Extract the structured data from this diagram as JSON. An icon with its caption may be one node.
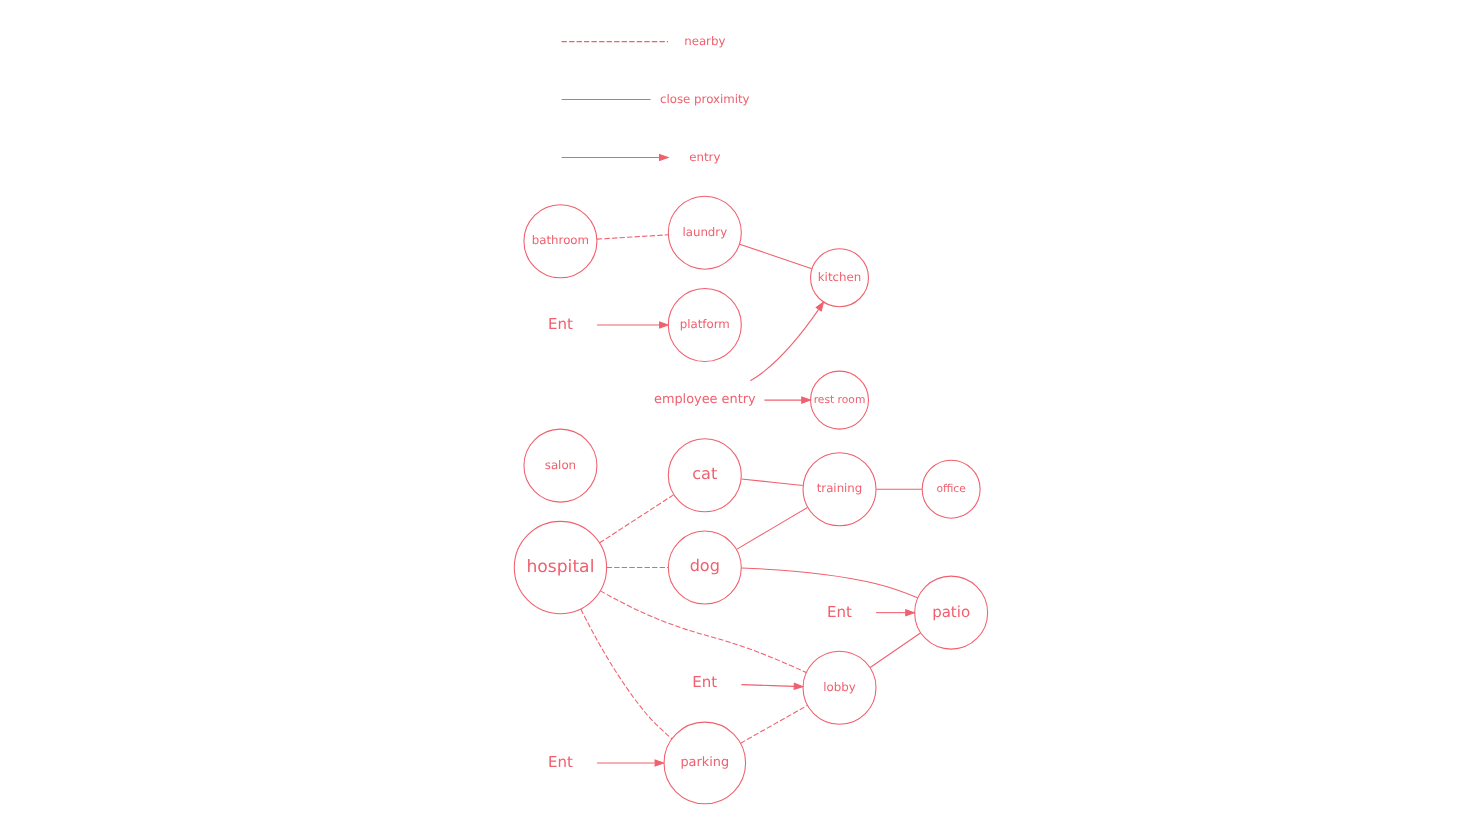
{
  "diagram": {
    "nodes": [
      {
        "text": [
          "kitchen"
        ]
      },
      {
        "text": [
          "rest room"
        ]
      },
      {
        "text": [
          "laundry"
        ]
      },
      {
        "text": [
          "employee entry"
        ]
      },
      {
        "text": [
          "bathroom"
        ]
      },
      {
        "text": [
          "hospital"
        ]
      },
      {
        "text": [
          "cat"
        ]
      },
      {
        "text": [
          "salon"
        ]
      },
      {
        "text": [
          "training"
        ]
      },
      {
        "text": [
          "office"
        ]
      },
      {
        "text": [
          "dog"
        ]
      },
      {
        "text": [
          "parking"
        ]
      },
      {
        "text": [
          "patio"
        ]
      },
      {
        "text": [
          "Ent"
        ]
      },
      {
        "text": [
          "platform"
        ]
      },
      {
        "text": [
          "lobby"
        ]
      },
      {
        "text": [
          "Ent"
        ]
      },
      {
        "text": [
          "Ent"
        ]
      },
      {
        "text": [
          "Ent"
        ]
      }
    ],
    "edges": [
      {
        "from": 2,
        "to": 0,
        "arrow": "none"
      },
      {
        "from": 4,
        "to": 2,
        "arrow": "none",
        "style": "dashed"
      },
      {
        "from": 5,
        "to": 6,
        "arrow": "none",
        "style": "dashed"
      },
      {
        "from": 6,
        "to": 8,
        "arrow": "none"
      },
      {
        "from": 8,
        "to": 9,
        "arrow": "none"
      },
      {
        "from": 10,
        "to": 8,
        "arrow": "none"
      },
      {
        "from": 5,
        "to": 10,
        "arrow": "none",
        "style": "dashed"
      },
      {
        "from": 5,
        "to": 11,
        "arrow": "none",
        "style": "dashed"
      },
      {
        "from": 5,
        "to": 15,
        "arrow": "none",
        "style": "dashed"
      },
      {
        "from": 11,
        "to": 15,
        "arrow": "none",
        "style": "dashed"
      },
      {
        "from": 10,
        "to": 12,
        "arrow": "none"
      },
      {
        "from": 15,
        "to": 12,
        "arrow": "none"
      },
      {
        "from": 3,
        "to": 0,
        "arrow": "to"
      },
      {
        "from": 3,
        "to": 1,
        "arrow": "to"
      },
      {
        "from": 13,
        "to": 11,
        "arrow": "to"
      },
      {
        "from": 17,
        "to": 14,
        "arrow": "to"
      },
      {
        "from": 18,
        "to": 15,
        "arrow": "to"
      },
      {
        "from": 16,
        "to": 12,
        "arrow": "to"
      }
    ],
    "legend": [
      {
        "text": "nearby"
      },
      {
        "text": "close proximity"
      },
      {
        "text": "entry"
      }
    ]
  }
}
